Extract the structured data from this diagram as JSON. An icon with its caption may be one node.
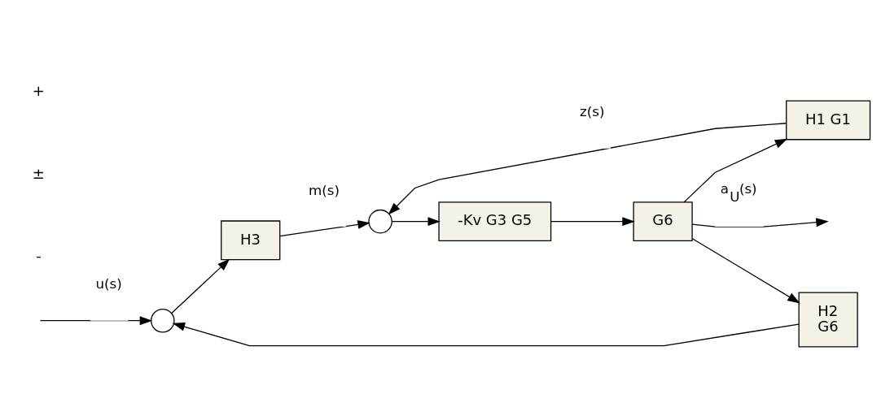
{
  "diagram": {
    "nodes": [
      {
        "text": [],
        "shape": "circle"
      },
      {
        "text": [
          "H3"
        ]
      },
      {
        "text": [],
        "shape": "circle"
      },
      {
        "text": [
          "-Kv G3 G5"
        ]
      },
      {
        "text": [
          "G6"
        ]
      },
      {
        "text": [
          "H1 G1"
        ]
      },
      {
        "text": [
          "H2",
          "G6"
        ]
      }
    ],
    "edges": [
      {
        "from": null,
        "to": 0,
        "arrow": "to",
        "label": "u(s)"
      },
      {
        "from": 0,
        "to": 1,
        "arrow": "to"
      },
      {
        "from": 1,
        "to": 2,
        "arrow": "to",
        "label": "m(s)"
      },
      {
        "from": 2,
        "to": 3,
        "arrow": "to"
      },
      {
        "from": 3,
        "to": 4,
        "arrow": "to"
      },
      {
        "from": 4,
        "to": null,
        "arrow": "to",
        "label": "a$_{U}$(s)"
      },
      {
        "from": 4,
        "to": 5,
        "arrow": "to"
      },
      {
        "from": 5,
        "to": 2,
        "arrow": "to",
        "label": "z(s)"
      },
      {
        "from": 4,
        "to": 6,
        "arrow": "to"
      },
      {
        "from": 6,
        "to": 0,
        "arrow": "to"
      }
    ],
    "labels": [
      "-",
      "±",
      "+"
    ]
  }
}
